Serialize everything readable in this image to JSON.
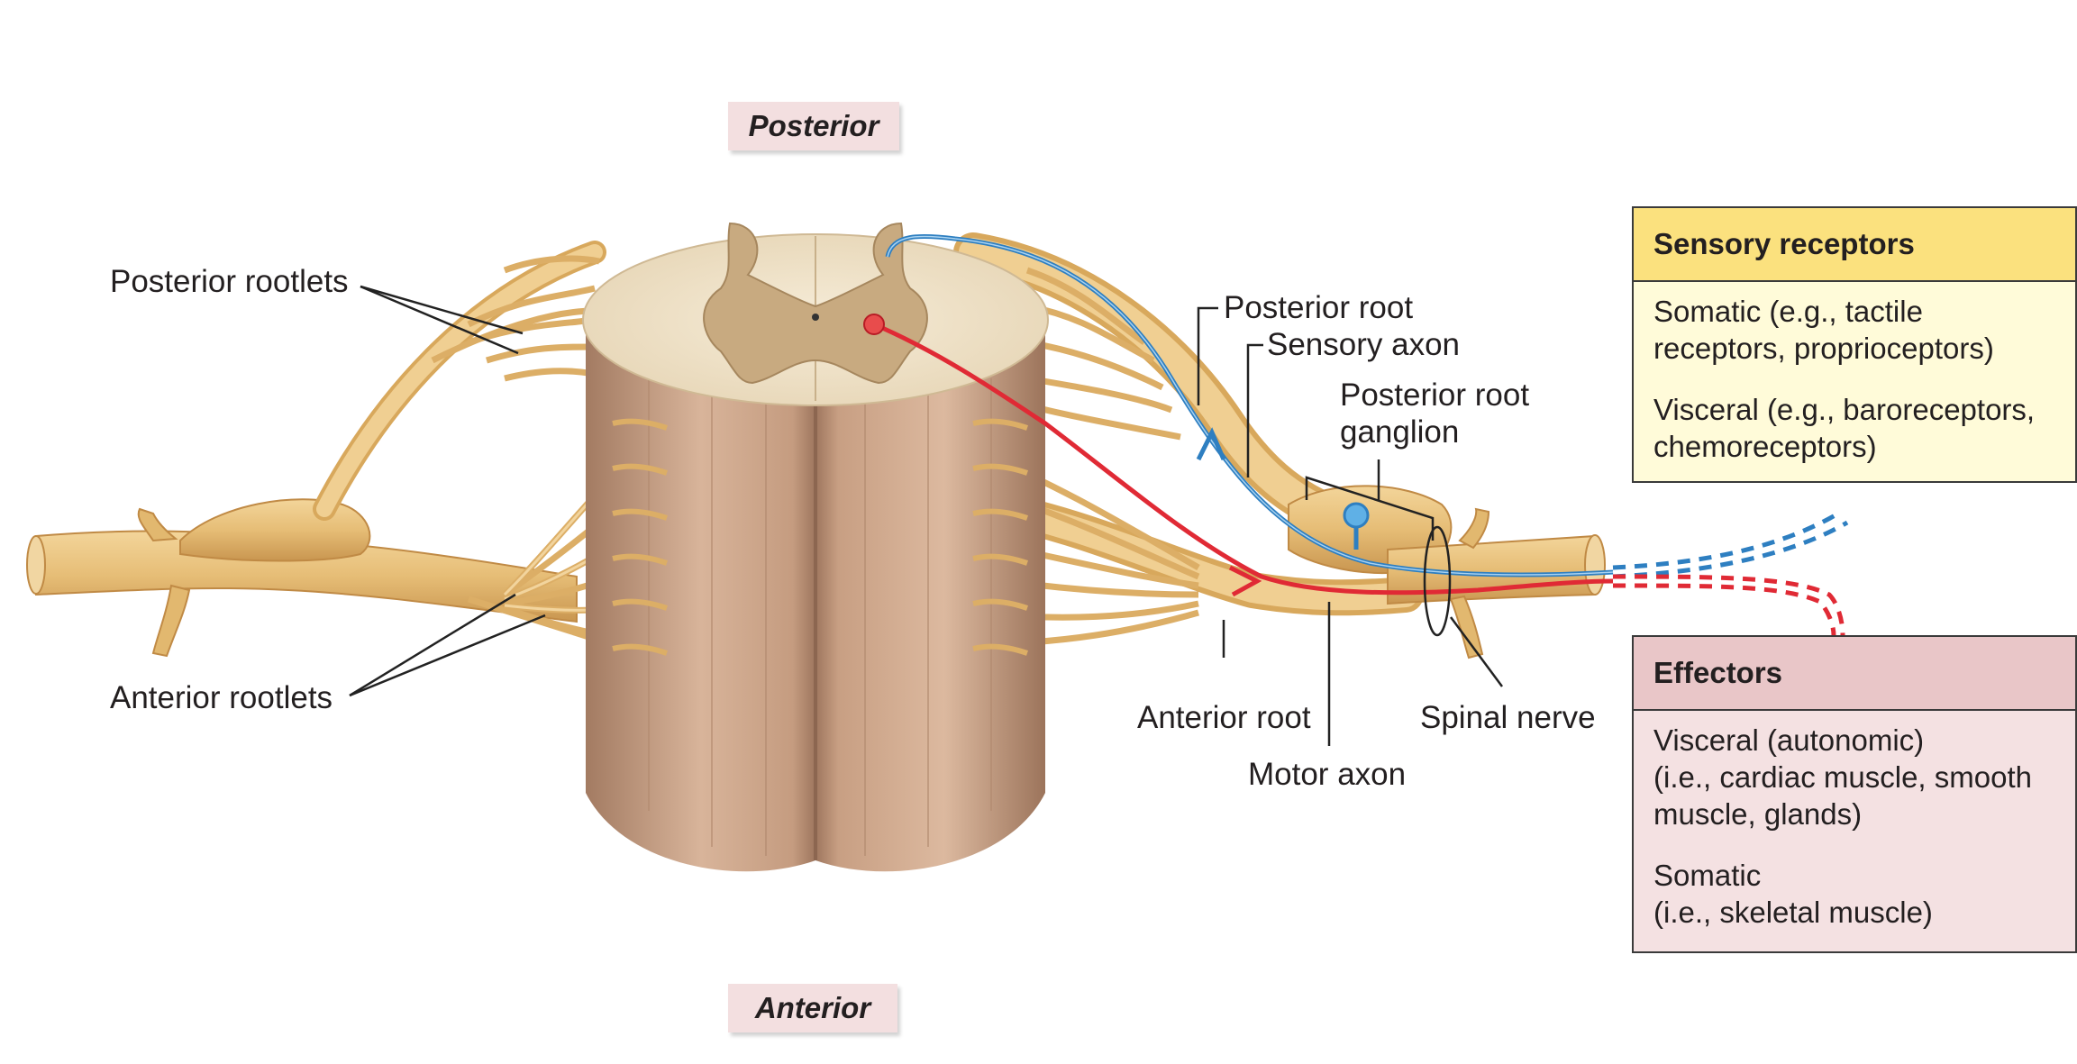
{
  "orientation": {
    "top": "Posterior",
    "bottom": "Anterior"
  },
  "labels": {
    "posterior_rootlets": "Posterior rootlets",
    "anterior_rootlets": "Anterior rootlets",
    "posterior_root": "Posterior root",
    "sensory_axon": "Sensory axon",
    "posterior_root_ganglion_line1": "Posterior root",
    "posterior_root_ganglion_line2": "ganglion",
    "anterior_root": "Anterior root",
    "motor_axon": "Motor axon",
    "spinal_nerve": "Spinal nerve"
  },
  "sensory_box": {
    "title": "Sensory receptors",
    "lines": [
      "Somatic (e.g., tactile",
      "receptors, proprioceptors)",
      "",
      "Visceral (e.g., baroreceptors,",
      "chemoreceptors)"
    ]
  },
  "effectors_box": {
    "title": "Effectors",
    "lines": [
      "Visceral (autonomic)",
      "(i.e., cardiac muscle, smooth",
      "muscle, glands)",
      "",
      "Somatic",
      "(i.e., skeletal muscle)"
    ]
  },
  "colors": {
    "nerve": "#e7c07d",
    "nerve_dark": "#c9964c",
    "white_matter": "#efe3cc",
    "gray_matter": "#c7a97f",
    "cord_side": "#c89e82",
    "sensory_axon": "#2e7fc1",
    "motor_axon": "#e02a35",
    "sensory_box_header": "#fbe17e",
    "sensory_box_bg": "#fffbd9",
    "effectors_box_header": "#e9c6c8",
    "effectors_box_bg": "#f4e1e2",
    "orientation_tag": "#f3dfe0"
  }
}
